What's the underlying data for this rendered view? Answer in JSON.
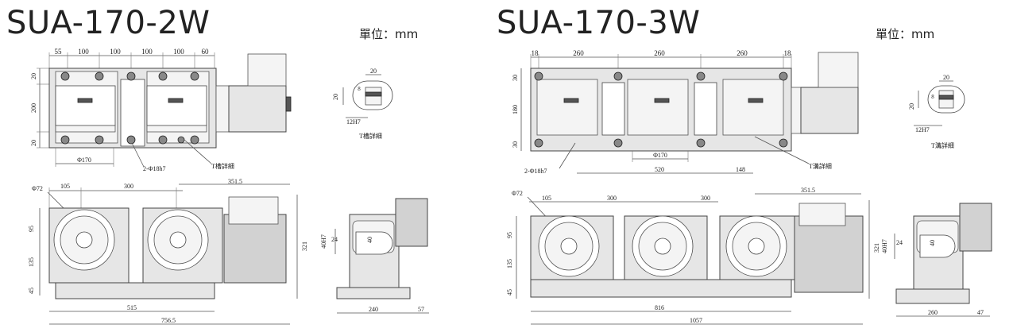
{
  "left": {
    "title": "SUA-170-2W",
    "units": "單位：mm",
    "top_dims": [
      "55",
      "100",
      "100",
      "100",
      "100",
      "60"
    ],
    "left_dims": [
      "20",
      "200",
      "20"
    ],
    "bore": "Φ170",
    "holes": "2-Φ18h7",
    "tslot_detail_label": "T槽詳細",
    "detail": {
      "d20": "20",
      "d8": "8",
      "d20v": "20",
      "h7": "12H7",
      "caption": "T槽詳細"
    },
    "front": {
      "d72": "Φ72",
      "d105": "105",
      "d300": "300",
      "d3515": "351.5",
      "d95": "95",
      "d135": "135",
      "d45": "45",
      "d515": "515",
      "d7565": "756.5",
      "d321": "321"
    },
    "side": {
      "d40h7": "40H7",
      "d24": "24",
      "d40": "40",
      "d240": "240",
      "d57": "57"
    }
  },
  "right": {
    "title": "SUA-170-3W",
    "units": "單位：mm",
    "top_dims": [
      "18",
      "260",
      "260",
      "260",
      "18"
    ],
    "left_dims": [
      "30",
      "180",
      "30"
    ],
    "bore": "Φ170",
    "d520": "520",
    "d148": "148",
    "holes": "2-Φ18h7",
    "tslot_detail_label": "T溝詳細",
    "detail": {
      "d20": "20",
      "d8": "8",
      "d20v": "20",
      "h7": "12H7",
      "caption": "T溝詳細"
    },
    "front": {
      "d72": "Φ72",
      "d105": "105",
      "d300a": "300",
      "d300b": "300",
      "d3515": "351.5",
      "d95": "95",
      "d135": "135",
      "d45": "45",
      "d816": "816",
      "d1057": "1057",
      "d321": "321"
    },
    "side": {
      "d40h7": "40H7",
      "d24": "24",
      "d40": "40",
      "d260": "260",
      "d47": "47"
    }
  }
}
